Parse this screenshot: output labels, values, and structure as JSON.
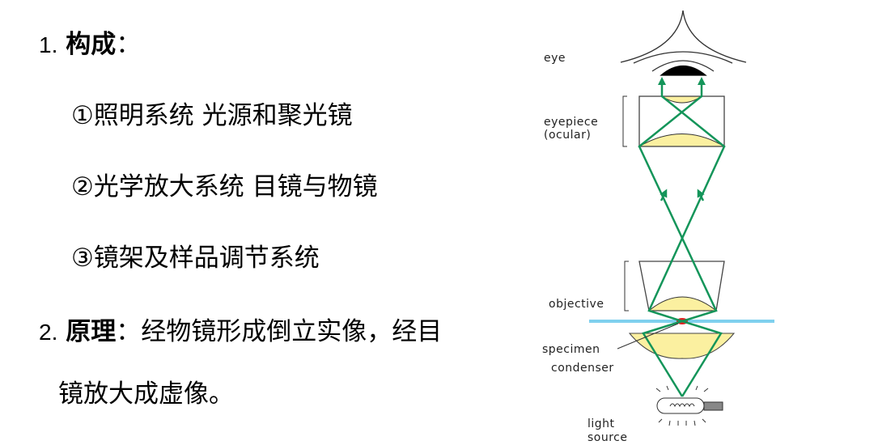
{
  "text": {
    "item1_num": "1.",
    "item1_title": "构成",
    "item1_colon": "：",
    "sub1": "①照明系统  光源和聚光镜",
    "sub2": "②光学放大系统  目镜与物镜",
    "sub3": "③镜架及样品调节系统",
    "item2_num": "2.",
    "item2_title": "原理",
    "item2_body": "：经物镜形成倒立实像，经目",
    "item2_body2": "镜放大成虚像。"
  },
  "diagram": {
    "labels": {
      "eye": "eye",
      "eyepiece": "eyepiece",
      "ocular": "(ocular)",
      "objective": "objective",
      "specimen": "specimen",
      "condenser": "condenser",
      "light": "light",
      "source": "source"
    },
    "colors": {
      "ray": "#14955a",
      "lens": "#fbf0a0",
      "stage": "#7fd0ee",
      "specimen": "#e02020"
    }
  }
}
